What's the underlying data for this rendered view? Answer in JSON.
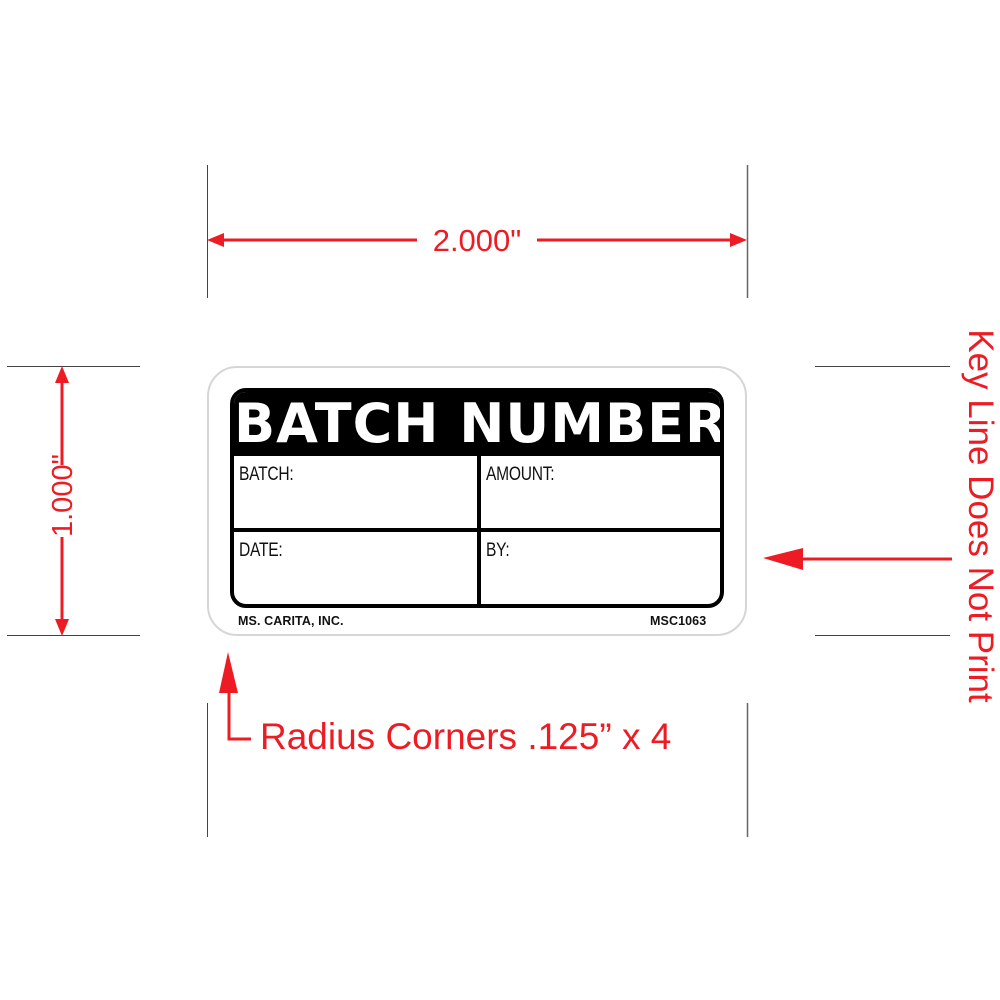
{
  "colors": {
    "dimension_red": "#ed1c24",
    "keyline_gray": "#d6d6d6",
    "print_black": "#000000",
    "guide_line": "#444444"
  },
  "dimensions": {
    "width_label": "2.000\"",
    "height_label": "1.000\""
  },
  "label": {
    "title": "BATCH NUMBER",
    "fields": [
      {
        "label": "BATCH:"
      },
      {
        "label": "AMOUNT:"
      },
      {
        "label": "DATE:"
      },
      {
        "label": "BY:"
      }
    ],
    "footer_left": "MS. CARITA, INC.",
    "footer_right": "MSC1063"
  },
  "annotations": {
    "radius_note": "Radius Corners .125” x 4",
    "keyline_note": "Key Line Does Not Print"
  }
}
